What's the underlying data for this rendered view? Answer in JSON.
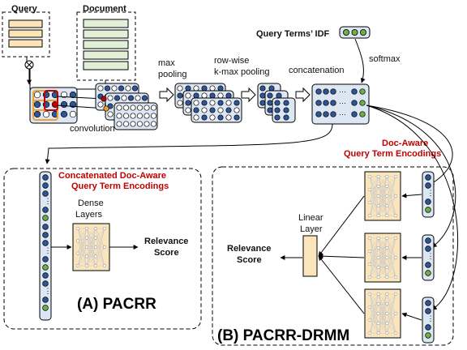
{
  "inputs": {
    "query_label": "Query",
    "document_label": "Document",
    "idf_label": "Query Terms’ IDF"
  },
  "pipeline": {
    "convolution": "convolution",
    "max_pooling_1": "max",
    "max_pooling_2": "pooling",
    "kmax_1": "row-wise",
    "kmax_2": "k-max pooling",
    "concatenation": "concatenation",
    "softmax": "softmax"
  },
  "pacrr": {
    "encodings_1": "Concatenated Doc-Aware",
    "encodings_2": "Query Term Encodings",
    "dense_1": "Dense",
    "dense_2": "Layers",
    "score_1": "Relevance",
    "score_2": "Score",
    "title": "(A) PACRR"
  },
  "drmm": {
    "encodings_1": "Doc-Aware",
    "encodings_2": "Query Term Encodings",
    "linear_1": "Linear",
    "linear_2": "Layer",
    "score_1": "Relevance",
    "score_2": "Score",
    "title": "(B) PACRR-DRMM"
  },
  "colors": {
    "query_fill": "#fce6b9",
    "document_fill": "#e3f0d8",
    "map_fill": "#dde7f3",
    "dot_dark": "#2f5597",
    "dot_light": "#ffffff",
    "dot_green": "#70ad47",
    "accent_red": "#c00000",
    "highlight_orange": "#f0a030",
    "dense_fill": "#fbe5bd"
  },
  "icons": [
    "combine-icon",
    "neural-network-icon"
  ]
}
